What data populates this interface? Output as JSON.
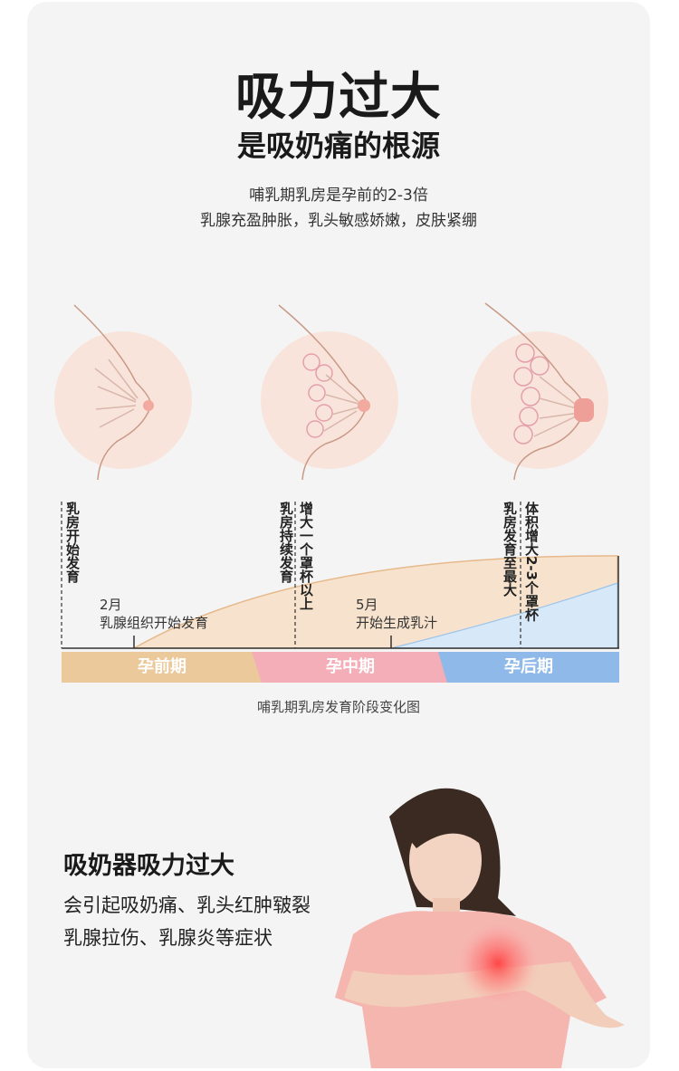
{
  "header": {
    "title": "吸力过大",
    "subtitle": "是吸奶痛的根源"
  },
  "intro": {
    "line1": "哺乳期乳房是孕前的2-3倍",
    "line2": "乳腺充盈肿胀，乳头敏感娇嫩，皮肤紧绷"
  },
  "timeline": {
    "labels": {
      "start": "乳房开始发育",
      "mid_a": "乳房持续发育",
      "mid_b": "增大一个罩杯以上",
      "late_a": "乳房发育至最大",
      "late_b": "体积增大2-3个罩杯"
    },
    "notes": {
      "month2": "2月",
      "month2_text": "乳腺组织开始发育",
      "month5": "5月",
      "month5_text": "开始生成乳汁"
    },
    "phases": [
      "孕前期",
      "孕中期",
      "孕后期"
    ],
    "phase_colors": [
      "#ebc99b",
      "#f4aeb7",
      "#8fb9e8"
    ],
    "caption": "哺乳期乳房发育阶段变化图"
  },
  "warning": {
    "heading": "吸奶器吸力过大",
    "line1": "会引起吸奶痛、乳头红肿皲裂",
    "line2": "乳腺拉伤、乳腺炎等症状"
  }
}
